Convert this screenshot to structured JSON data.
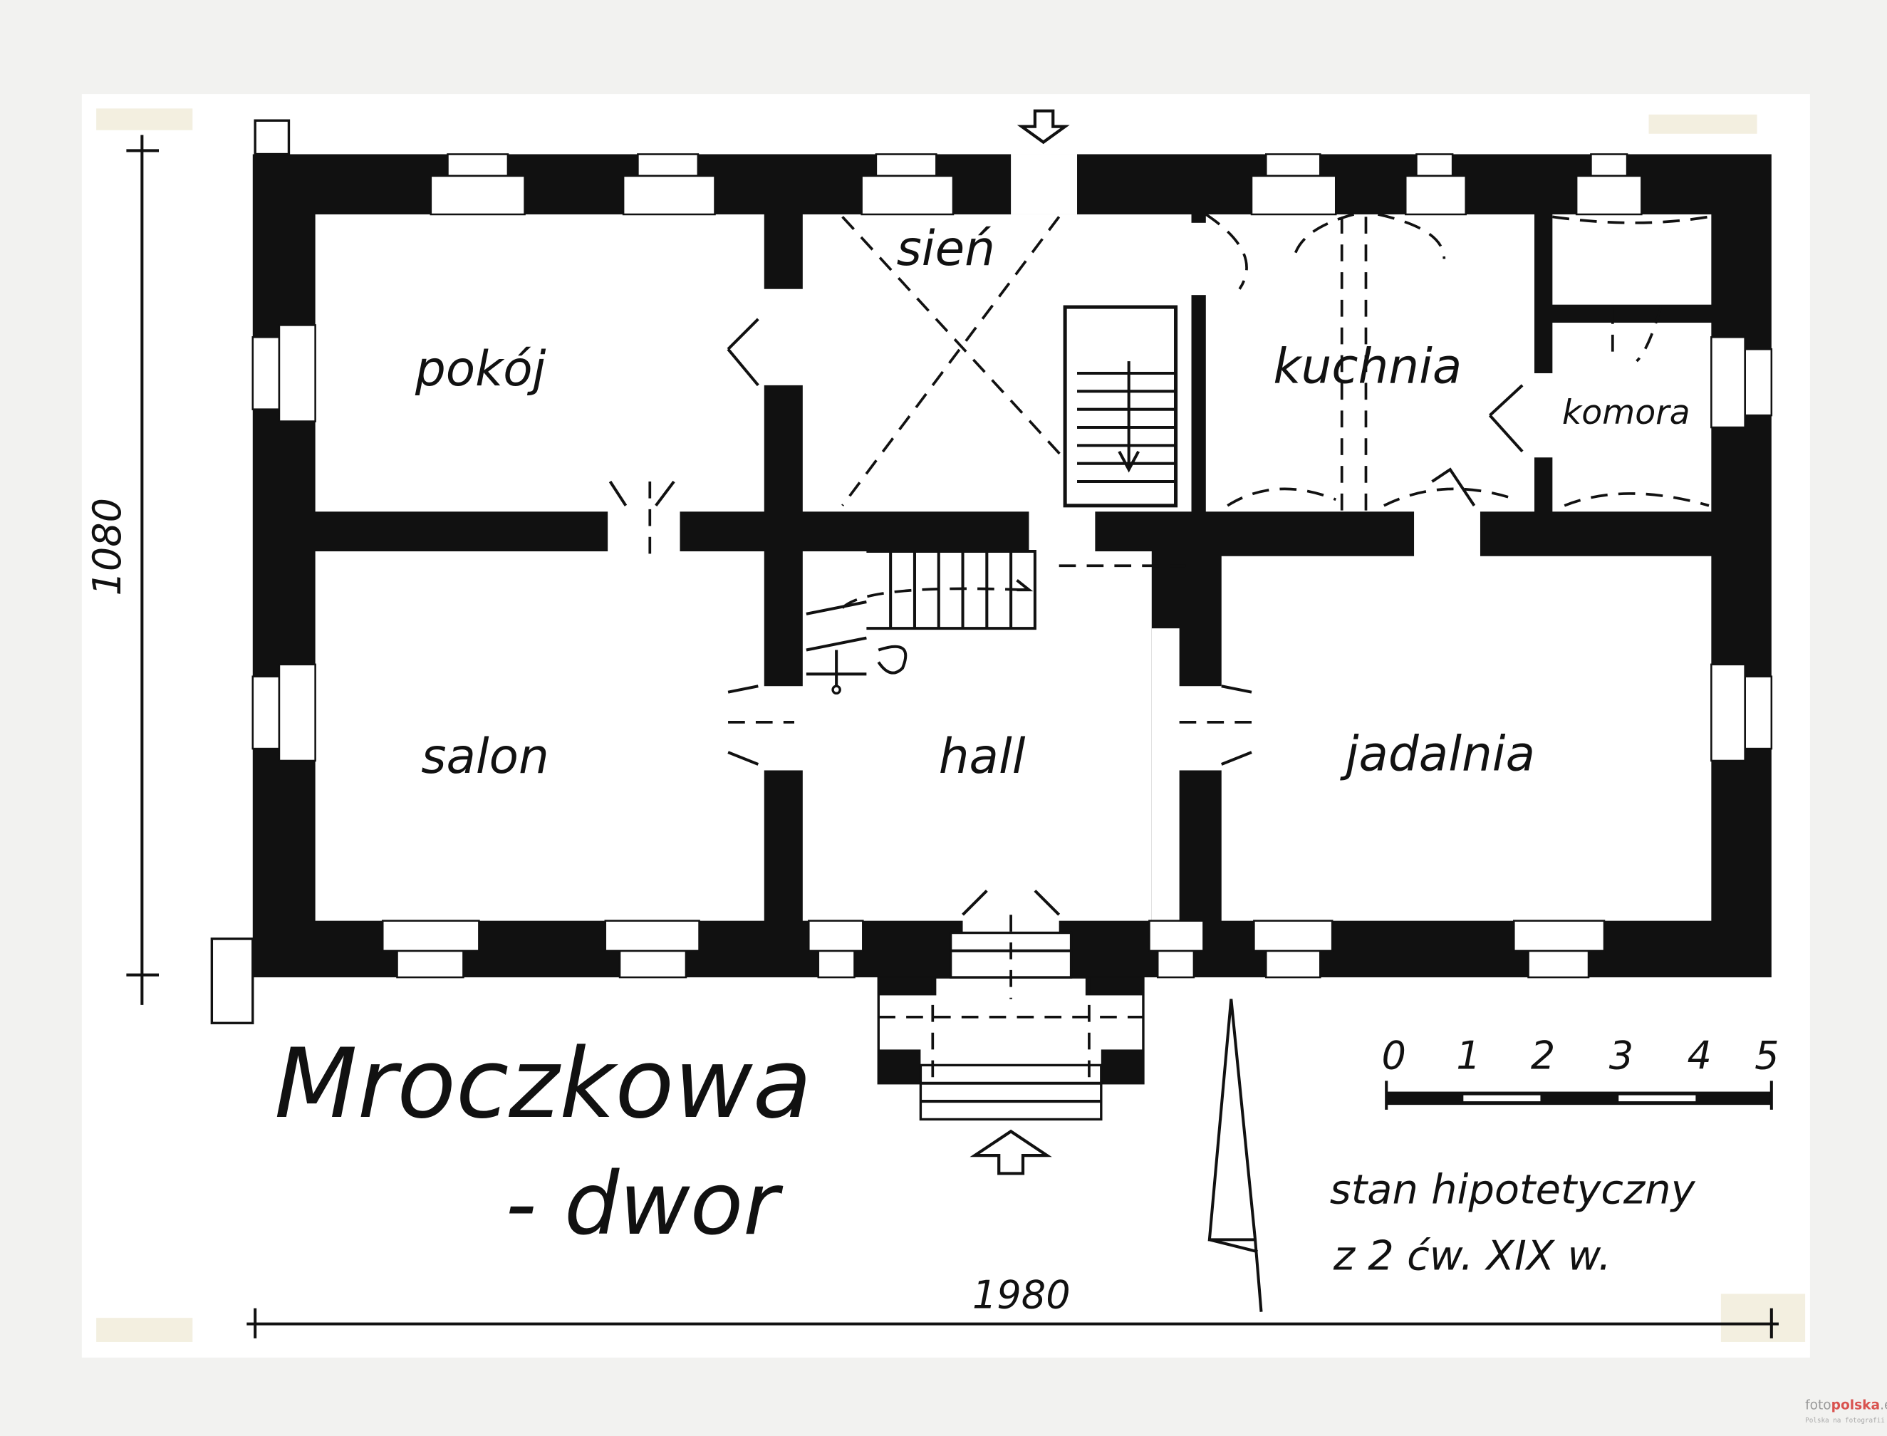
{
  "title": {
    "line1": "Mroczkowa",
    "line2": "- dwor"
  },
  "rooms": {
    "pokoj": "pokój",
    "sien": "sień",
    "kuchnia": "kuchnia",
    "komora": "komora",
    "salon": "salon",
    "hall": "hall",
    "jadalnia": "jadalnia"
  },
  "dimensions": {
    "height": "1080",
    "width": "1980"
  },
  "scale_bar": {
    "labels": [
      "0",
      "1",
      "2",
      "3",
      "4",
      "5"
    ]
  },
  "note": {
    "line1": "stan hipotetyczny",
    "line2": "z 2 ćw. XIX w."
  },
  "watermark": {
    "prefix": "foto",
    "brand": "polska",
    "suffix": ".eu",
    "tagline": "Polska na fotografii"
  },
  "colors": {
    "ink": "#111111",
    "paper": "#ffffff",
    "background": "#f2f2f0"
  }
}
